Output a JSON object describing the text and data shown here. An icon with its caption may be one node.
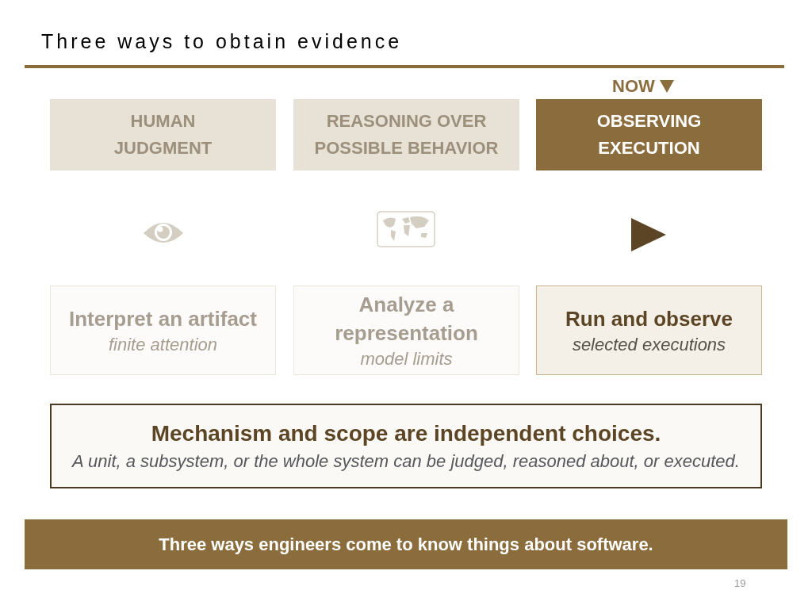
{
  "diagram": {
    "title": "Three ways to obtain evidence",
    "nodes": [
      {
        "text": [
          "HUMAN JUDGMENT"
        ]
      },
      {
        "text": [
          "REASONING OVER POSSIBLE BEHAVIOR"
        ]
      },
      {
        "text": [
          "OBSERVING EXECUTION"
        ]
      },
      {
        "text": [
          "Interpret an artifact",
          "finite attention"
        ]
      },
      {
        "text": [
          "Analyze a representation",
          "model limits"
        ]
      },
      {
        "text": [
          "Run and observe",
          "selected executions"
        ]
      },
      {
        "text": [
          "Mechanism and scope are independent choices.",
          "A unit, a subsystem, or the whole system can be judged, reasoned about, or executed."
        ]
      },
      {
        "text": [
          "Three ways engineers come to know things about software."
        ]
      }
    ],
    "labels": [
      "NOW",
      "19"
    ]
  }
}
